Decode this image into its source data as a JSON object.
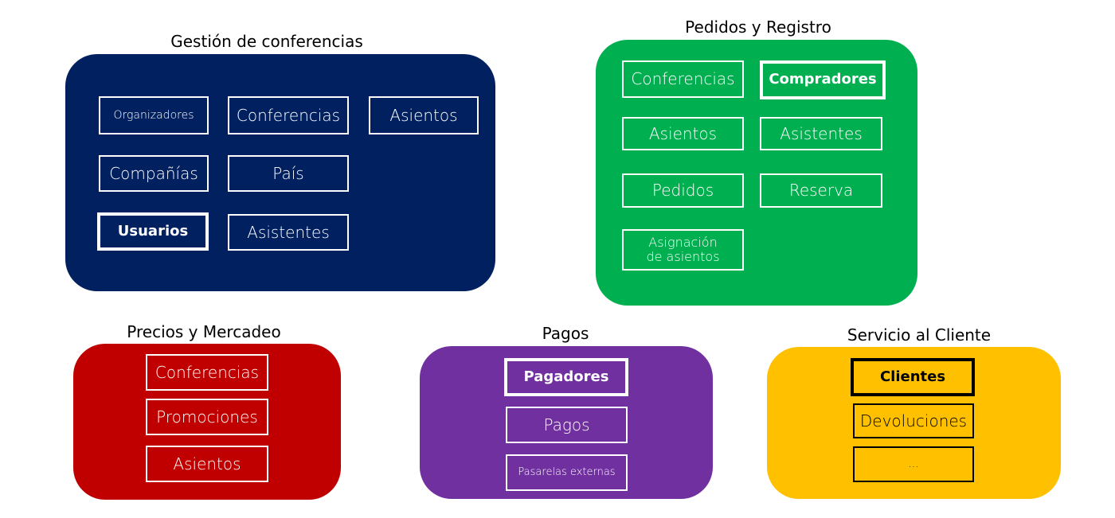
{
  "colors": {
    "gestion": "#002060",
    "pedidos": "#00b050",
    "precios": "#c00000",
    "pagos": "#7030a0",
    "servicio": "#ffc000"
  },
  "gestion": {
    "title": "Gestión de conferencias",
    "items": [
      "Organizadores",
      "Conferencias",
      "Asientos",
      "Compañías",
      "País",
      "Usuarios",
      "Asistentes"
    ]
  },
  "pedidos": {
    "title": "Pedidos y Registro",
    "items": [
      "Conferencias",
      "Compradores",
      "Asientos",
      "Asistentes",
      "Pedidos",
      "Reserva",
      "Asignación de asientos"
    ]
  },
  "precios": {
    "title": "Precios y Mercadeo",
    "items": [
      "Conferencias",
      "Promociones",
      "Asientos"
    ]
  },
  "pagos": {
    "title": "Pagos",
    "items": [
      "Pagadores",
      "Pagos",
      "Pasarelas externas"
    ]
  },
  "servicio": {
    "title": "Servicio al Cliente",
    "items": [
      "Clientes",
      "Devoluciones",
      "..."
    ]
  }
}
